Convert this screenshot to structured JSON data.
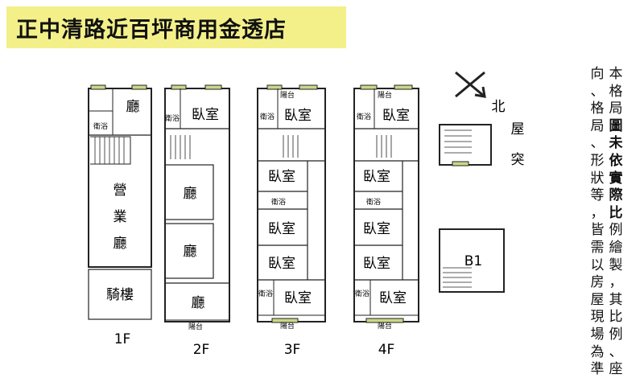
{
  "title": "正中清路近百坪商用金透店",
  "north_label": "北",
  "roof_label": [
    "屋",
    "突"
  ],
  "basement_label": "B1",
  "floors": {
    "f1": {
      "label": "1F",
      "rooms": {
        "hall": "廳",
        "bath": "衛浴",
        "business_hall": [
          "營",
          "業",
          "廳"
        ],
        "arcade": "騎樓"
      }
    },
    "f2": {
      "label": "2F",
      "rooms": {
        "bedroom": "臥室",
        "bath": "衛浴",
        "hall_a": "廳",
        "hall_b": "廳",
        "hall_c": "廳",
        "balcony": "陽台"
      }
    },
    "f3": {
      "label": "3F",
      "rooms": {
        "bedroom_1": "臥室",
        "bedroom_2": "臥室",
        "bedroom_3": "臥室",
        "bedroom_4": "臥室",
        "bedroom_5": "臥室",
        "bath_1": "衛浴",
        "bath_2": "衛浴",
        "bath_3": "衛浴",
        "balcony_top": "陽台",
        "balcony_bottom": "陽台"
      }
    },
    "f4": {
      "label": "4F",
      "rooms": {
        "bedroom_1": "臥室",
        "bedroom_2": "臥室",
        "bedroom_3": "臥室",
        "bedroom_4": "臥室",
        "bedroom_5": "臥室",
        "bath_1": "衛浴",
        "bath_2": "衛浴",
        "bath_3": "衛浴",
        "balcony_top": "陽台",
        "balcony_bottom": "陽台"
      }
    }
  },
  "disclaimer_columns": [
    {
      "text": "本格局圖未依實際比例繪製，其比例、座",
      "bold_chars": 6
    },
    {
      "text": "向、格局、形狀等，皆需以房屋現場為準",
      "bold_chars": 0
    }
  ],
  "colors": {
    "banner": "#f3f08a",
    "window": "#c9d88a"
  }
}
